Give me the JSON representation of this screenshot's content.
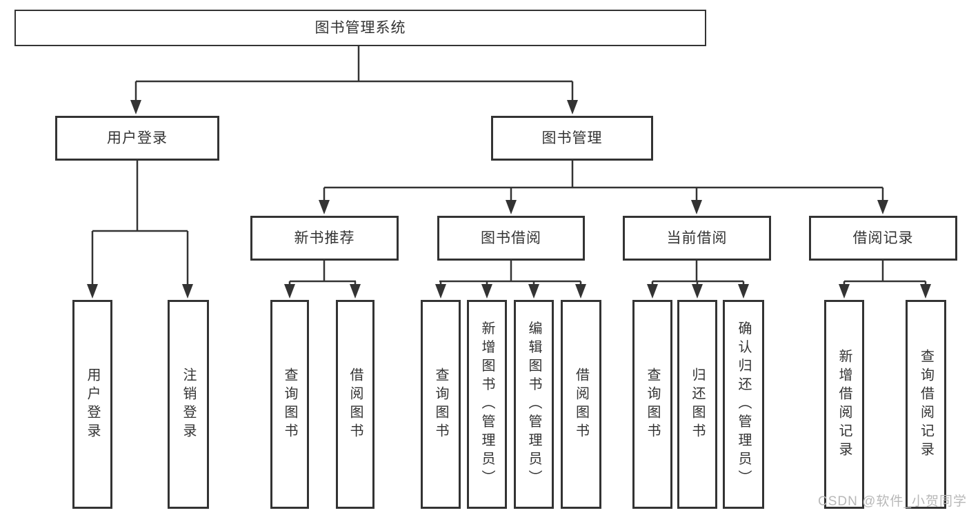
{
  "nodes": {
    "root": "图书管理系统",
    "l2": [
      "用户登录",
      "图书管理"
    ],
    "l3": [
      "新书推荐",
      "图书借阅",
      "当前借阅",
      "借阅记录"
    ],
    "children": {
      "user_login": [
        "用户登录",
        "注销登录"
      ],
      "new_book_recommend": [
        "查询图书",
        "借阅图书"
      ],
      "book_borrow": [
        "查询图书",
        "新增图书（管理员）",
        "编辑图书（管理员）",
        "借阅图书"
      ],
      "current_borrow": [
        "查询图书",
        "归还图书",
        "确认归还（管理员）"
      ],
      "borrow_record": [
        "新增借阅记录",
        "查询借阅记录"
      ]
    }
  },
  "watermark": "CSDN @软件_小贺同学",
  "colors": {
    "line": "#333333",
    "text": "#333333",
    "box_background": "#ffffff",
    "watermark": "#b8b8b8",
    "background": "#ffffff"
  }
}
